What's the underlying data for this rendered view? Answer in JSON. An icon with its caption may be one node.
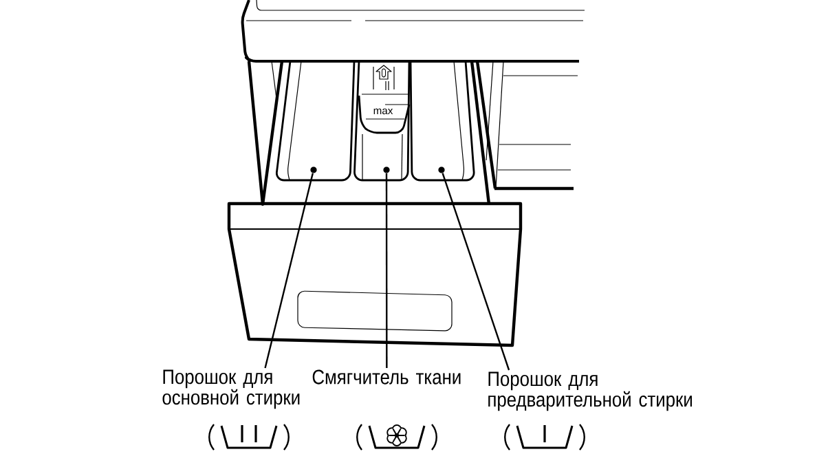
{
  "diagram": {
    "nodes": [
      {
        "text": [
          "Порошок для основной стирки"
        ]
      },
      {
        "text": [
          "Смягчитель ткани"
        ]
      },
      {
        "text": [
          "Порошок для предварительной стирки"
        ]
      },
      {
        "text": [],
        "shape": "dot"
      },
      {
        "text": [],
        "shape": "dot"
      },
      {
        "text": [],
        "shape": "dot"
      }
    ],
    "edges": [
      {
        "from": 0,
        "to": 3,
        "arrow": "none"
      },
      {
        "from": 1,
        "to": 4,
        "arrow": "none"
      },
      {
        "from": 2,
        "to": 5,
        "arrow": "none"
      }
    ],
    "labels": [
      "max"
    ]
  }
}
